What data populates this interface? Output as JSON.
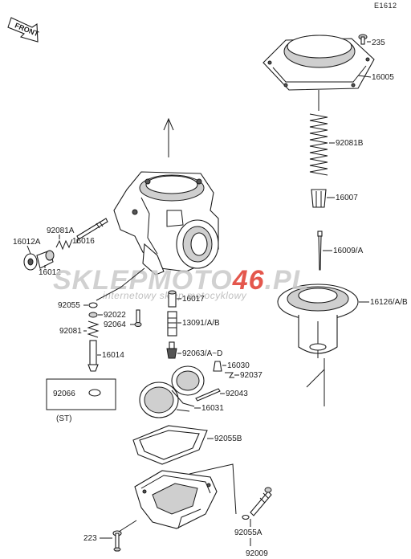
{
  "diagram_code": "E1612",
  "front_label": "FRONT",
  "watermark": {
    "brand_left": "SKLEP",
    "brand_mid": "MOTO",
    "brand_num": "46",
    "brand_tld": ".PL",
    "tagline": "internetowy sklep motocyklowy",
    "color_gray": "#c9c9c9",
    "color_red": "#e03a2e"
  },
  "labels": {
    "p235": "235",
    "p16005": "16005",
    "p92081B": "92081B",
    "p16007": "16007",
    "p16009": "16009/A",
    "p16126": "16126/A/B",
    "p92081A": "92081A",
    "p16012A": "16012A",
    "p16016": "16016",
    "p16012": "16012",
    "p92055": "92055",
    "p92022": "92022",
    "p92064": "92064",
    "p16017": "16017",
    "p13091": "13091/A/B",
    "p92081": "92081",
    "p16014": "16014",
    "p92063": "92063/A~D",
    "p16030": "16030",
    "p92037": "92037",
    "p92066": "92066",
    "pST": "(ST)",
    "p92043": "92043",
    "p16031": "16031",
    "p92055B": "92055B",
    "p223": "223",
    "p92055A": "92055A",
    "p92009": "92009"
  }
}
